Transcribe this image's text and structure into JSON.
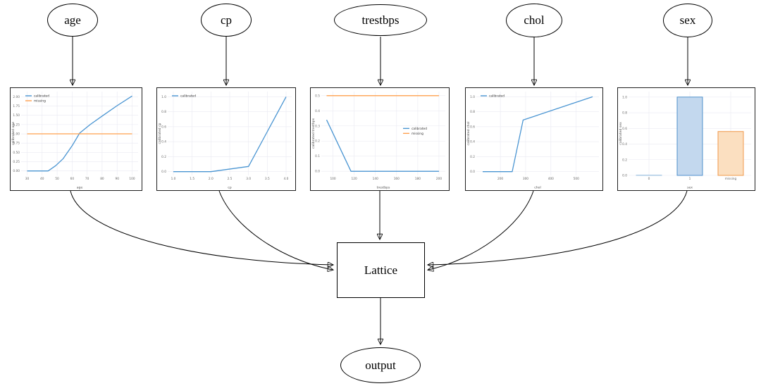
{
  "diagram": {
    "inputs": [
      {
        "label": "age"
      },
      {
        "label": "cp"
      },
      {
        "label": "trestbps"
      },
      {
        "label": "chol"
      },
      {
        "label": "sex"
      }
    ],
    "lattice_label": "Lattice",
    "output_label": "output"
  },
  "colors": {
    "calibrated_line": "#4a95d2",
    "missing_line": "#ffa04e",
    "grid": "#e9e9f2",
    "tick_text": "#666666",
    "axis_label_text": "#555555",
    "legend_text": "#333333",
    "edge_line": "#000000",
    "bar_blue_fill": "#c3d8ee",
    "bar_blue_edge": "#5091cd",
    "bar_orange_fill": "#fbdfc0",
    "bar_orange_edge": "#f0984a"
  },
  "chart_data": [
    {
      "type": "line",
      "title": "",
      "xlabel": "age",
      "ylabel": "calibrated age",
      "xlim": [
        26,
        104
      ],
      "ylim": [
        -0.12,
        2.14
      ],
      "xticks": [
        30,
        40,
        50,
        60,
        70,
        80,
        90,
        100
      ],
      "xtick_labels": [
        "30",
        "40",
        "50",
        "60",
        "70",
        "80",
        "90",
        "100"
      ],
      "yticks": [
        0,
        0.25,
        0.5,
        0.75,
        1.0,
        1.25,
        1.5,
        1.75,
        2.0
      ],
      "ytick_labels": [
        "0.00",
        "0.25",
        "0.50",
        "0.75",
        "1.00",
        "1.25",
        "1.50",
        "1.75",
        "2.00"
      ],
      "series": [
        {
          "name": "calibrated",
          "color": "#4a95d2",
          "x": [
            30,
            44,
            49,
            54,
            60,
            65,
            72,
            80,
            90,
            100
          ],
          "y": [
            0,
            0,
            0.14,
            0.33,
            0.68,
            1.02,
            1.25,
            1.48,
            1.76,
            2.02
          ]
        },
        {
          "name": "missing",
          "color": "#ffa04e",
          "x": [
            30,
            100
          ],
          "y": [
            1.0,
            1.0
          ]
        }
      ],
      "legend": {
        "position": "upper-left",
        "entries": [
          {
            "label": "calibrated",
            "color": "#4a95d2"
          },
          {
            "label": "missing",
            "color": "#ffa04e"
          }
        ]
      }
    },
    {
      "type": "line",
      "title": "",
      "xlabel": "cp",
      "ylabel": "calibrated cp",
      "xlim": [
        0.85,
        4.15
      ],
      "ylim": [
        -0.05,
        1.07
      ],
      "xticks": [
        1.0,
        1.5,
        2.0,
        2.5,
        3.0,
        3.5,
        4.0
      ],
      "xtick_labels": [
        "1.0",
        "1.5",
        "2.0",
        "2.5",
        "3.0",
        "3.5",
        "4.0"
      ],
      "yticks": [
        0,
        0.2,
        0.4,
        0.6,
        0.8,
        1.0
      ],
      "ytick_labels": [
        "0.0",
        "0.2",
        "0.4",
        "0.6",
        "0.8",
        "1.0"
      ],
      "series": [
        {
          "name": "calibrated",
          "color": "#4a95d2",
          "x": [
            1.0,
            2.0,
            3.0,
            4.0
          ],
          "y": [
            0,
            0,
            0.07,
            1.0
          ]
        }
      ],
      "legend": {
        "position": "upper-left",
        "entries": [
          {
            "label": "calibrated",
            "color": "#4a95d2"
          }
        ]
      }
    },
    {
      "type": "line",
      "title": "",
      "xlabel": "trestbps",
      "ylabel": "calibrated trestbps",
      "xlim": [
        89,
        206
      ],
      "ylim": [
        -0.027,
        0.527
      ],
      "xticks": [
        100,
        120,
        140,
        160,
        180,
        200
      ],
      "xtick_labels": [
        "100",
        "120",
        "140",
        "160",
        "180",
        "200"
      ],
      "yticks": [
        0,
        0.1,
        0.2,
        0.3,
        0.4,
        0.5
      ],
      "ytick_labels": [
        "0.0",
        "0.1",
        "0.2",
        "0.3",
        "0.4",
        "0.5"
      ],
      "series": [
        {
          "name": "calibrated",
          "color": "#4a95d2",
          "x": [
            94,
            117,
            200
          ],
          "y": [
            0.34,
            0,
            0
          ]
        },
        {
          "name": "missing",
          "color": "#ffa04e",
          "x": [
            94,
            200
          ],
          "y": [
            0.5,
            0.5
          ]
        }
      ],
      "legend": {
        "position": "center-right",
        "entries": [
          {
            "label": "calibrated",
            "color": "#4a95d2"
          },
          {
            "label": "missing",
            "color": "#ffa04e"
          }
        ]
      }
    },
    {
      "type": "line",
      "title": "",
      "xlabel": "chol",
      "ylabel": "calibrated chol",
      "xlim": [
        105,
        590
      ],
      "ylim": [
        -0.05,
        1.07
      ],
      "xticks": [
        200,
        300,
        400,
        500
      ],
      "xtick_labels": [
        "200",
        "300",
        "400",
        "500"
      ],
      "yticks": [
        0,
        0.2,
        0.4,
        0.6,
        0.8,
        1.0
      ],
      "ytick_labels": [
        "0.0",
        "0.2",
        "0.4",
        "0.6",
        "0.8",
        "1.0"
      ],
      "series": [
        {
          "name": "calibrated",
          "color": "#4a95d2",
          "x": [
            130,
            247,
            290,
            565
          ],
          "y": [
            0,
            0,
            0.69,
            1.0
          ]
        }
      ],
      "legend": {
        "position": "upper-left",
        "entries": [
          {
            "label": "calibrated",
            "color": "#4a95d2"
          }
        ]
      }
    },
    {
      "type": "bar",
      "title": "",
      "xlabel": "sex",
      "ylabel": "calibrated sex",
      "categories": [
        "0",
        "1",
        "missing"
      ],
      "values": [
        0.004,
        1.0,
        0.56
      ],
      "bars": [
        {
          "fill": "#c3d8ee",
          "edge": "#a8c8e4"
        },
        {
          "fill": "#c3d8ee",
          "edge": "#5091cd"
        },
        {
          "fill": "#fbdfc0",
          "edge": "#f0984a"
        }
      ],
      "ylim": [
        0,
        1.07
      ],
      "yticks": [
        0,
        0.2,
        0.4,
        0.6,
        0.8,
        1.0
      ],
      "ytick_labels": [
        "0.0",
        "0.2",
        "0.4",
        "0.6",
        "0.8",
        "1.0"
      ]
    }
  ]
}
